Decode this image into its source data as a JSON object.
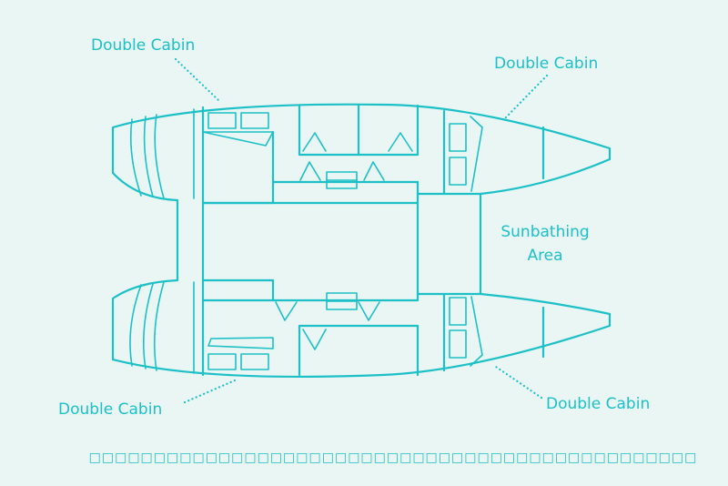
{
  "labels": {
    "top_left": "Double Cabin",
    "top_right": "Double Cabin",
    "bottom_left": "Double Cabin",
    "bottom_right": "Double Cabin",
    "sunbathing_line1": "Sunbathing",
    "sunbathing_line2": "Area"
  },
  "footer": "□□□□□□□□□□□□□□□□□□□□□□□□□□□□□□□□□□□□□□□□□□□□□□□",
  "colors": {
    "background": "#e9f6f4",
    "accent": "#1cc0c6"
  }
}
